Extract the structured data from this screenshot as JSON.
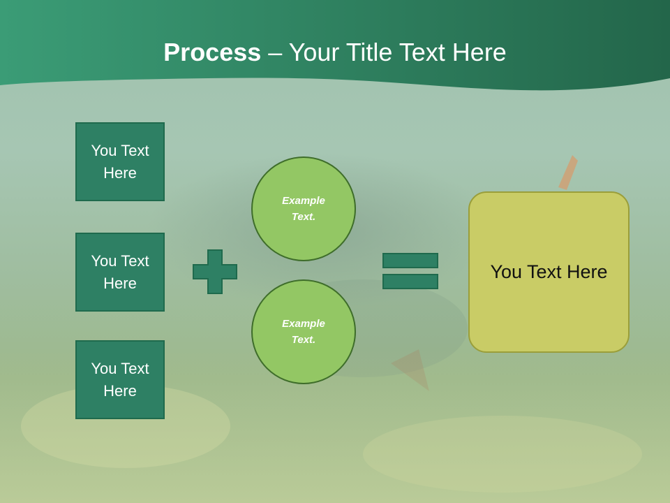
{
  "slide": {
    "title_bold": "Process",
    "title_rest": " – Your Title Text Here",
    "left_boxes": [
      {
        "label": "You Text Here"
      },
      {
        "label": "You Text Here"
      },
      {
        "label": "You Text Here"
      }
    ],
    "circles": [
      {
        "label": "Example Text."
      },
      {
        "label": "Example Text."
      }
    ],
    "result": {
      "label": "You Text Here"
    }
  },
  "colors": {
    "header": "#2b7a58",
    "box_fill": "#2e8064",
    "circle_fill": "#93c764",
    "result_fill": "#c9cc66",
    "operator_fill": "#2e8064"
  }
}
